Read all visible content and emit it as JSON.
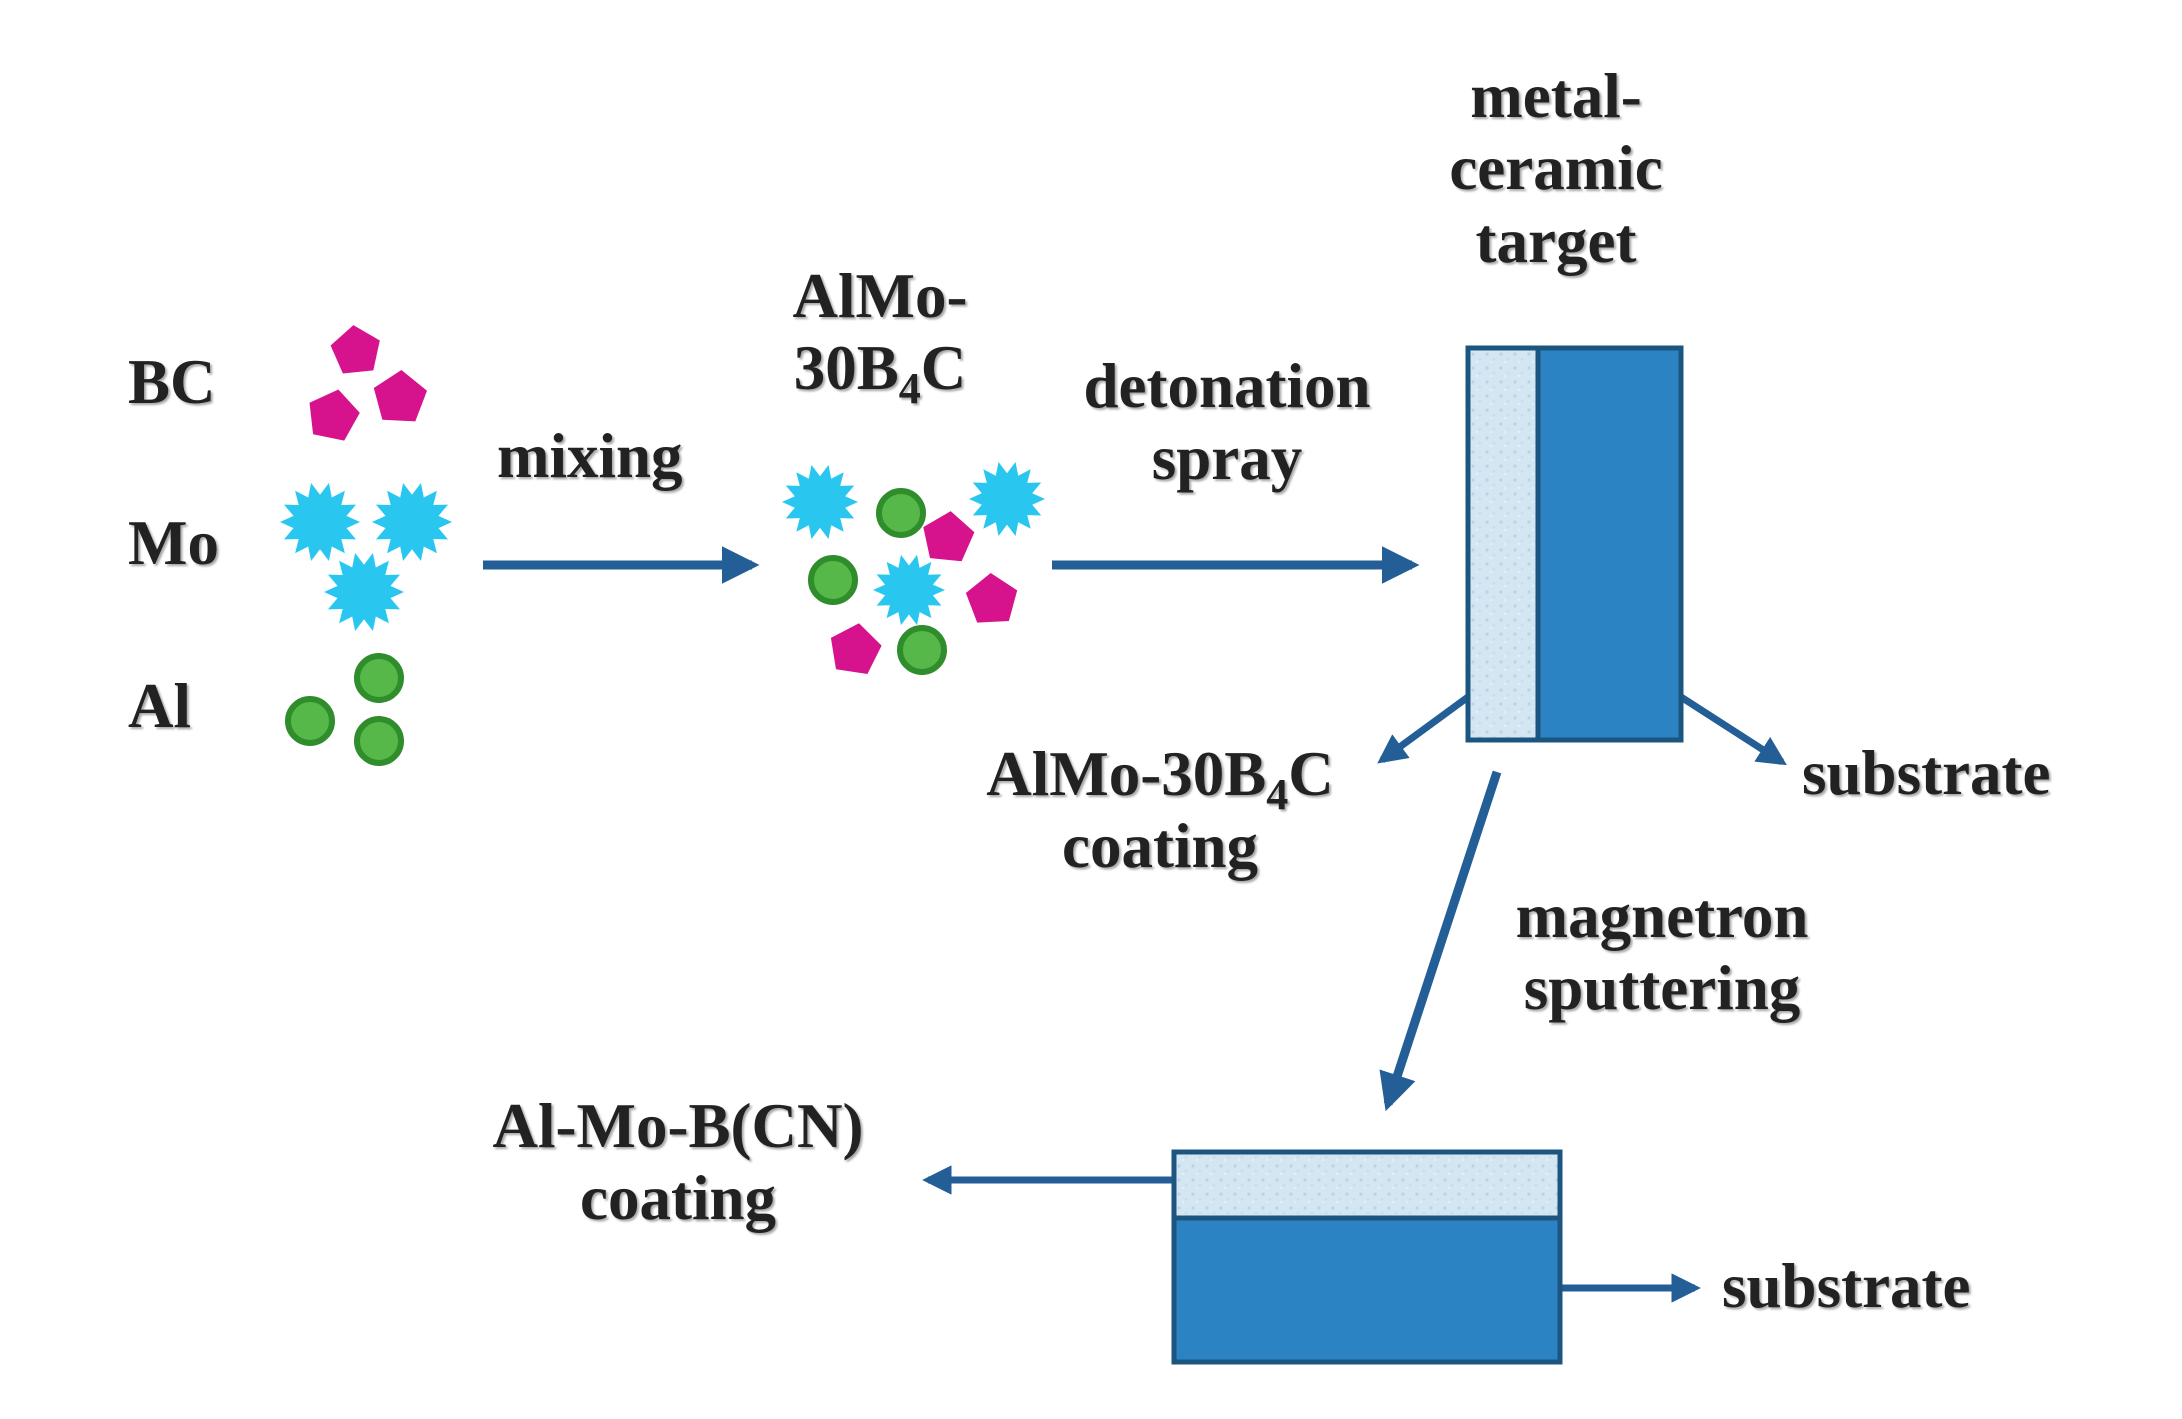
{
  "colors": {
    "boron_carbide": "#d6128c",
    "molybdenum": "#29c7ef",
    "aluminum_fill": "#55b848",
    "aluminum_stroke": "#2f8d2b",
    "arrow": "#235f96",
    "substrate": "#2b83c4",
    "substrate_border": "#1c5580",
    "coating": "#d5e6f3"
  },
  "icons": {
    "boron_carbide": "pentagon",
    "molybdenum": "spiky-star",
    "aluminum": "circle"
  },
  "labels": {
    "bc": "BC",
    "mo": "Mo",
    "al": "Al",
    "mixing": "mixing",
    "powder_line1": "AlMo-",
    "powder_line2_pre": "30B",
    "powder_line2_sub": "4",
    "powder_line2_post": "C",
    "detonation_line1": "detonation",
    "detonation_line2": "spray",
    "target_line1": "metal-",
    "target_line2": "ceramic",
    "target_line3": "target",
    "coating1_line1_pre": "AlMo-30B",
    "coating1_line1_sub": "4",
    "coating1_line1_post": "C",
    "coating1_line2": "coating",
    "substrate_1": "substrate",
    "magnetron_line1": "magnetron",
    "magnetron_line2": "sputtering",
    "coating2_line1": "Al-Mo-B(CN)",
    "coating2_line2": "coating",
    "substrate_2": "substrate"
  }
}
